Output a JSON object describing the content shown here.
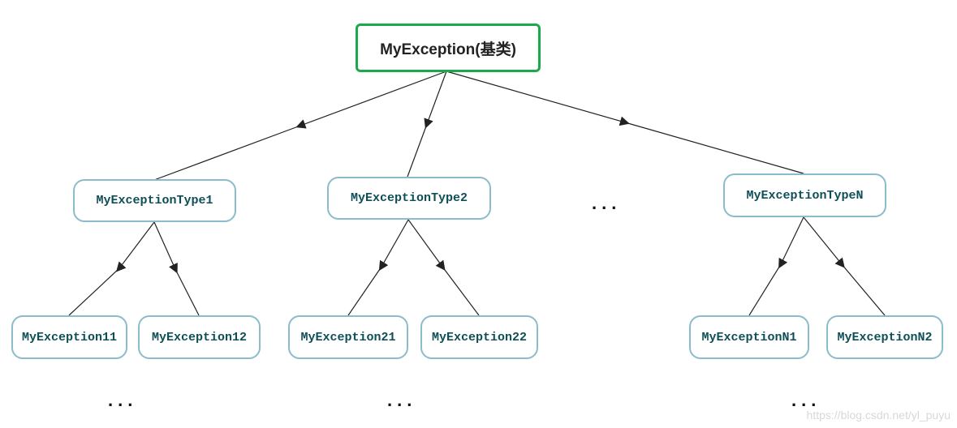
{
  "root": {
    "label": "MyException(基类)"
  },
  "level1": [
    {
      "label": "MyExceptionType1"
    },
    {
      "label": "MyExceptionType2"
    },
    {
      "label": "MyExceptionTypeN"
    }
  ],
  "level2": [
    {
      "label": "MyException11"
    },
    {
      "label": "MyException12"
    },
    {
      "label": "MyException21"
    },
    {
      "label": "MyException22"
    },
    {
      "label": "MyExceptionN1"
    },
    {
      "label": "MyExceptionN2"
    }
  ],
  "ellipsis": {
    "text": "..."
  },
  "watermark": {
    "text": "https://blog.csdn.net/yl_puyu"
  },
  "colors": {
    "root_border": "#1aaa4c",
    "node_border": "#8cbccb",
    "node_text": "#0e4f57",
    "edge": "#222222"
  }
}
